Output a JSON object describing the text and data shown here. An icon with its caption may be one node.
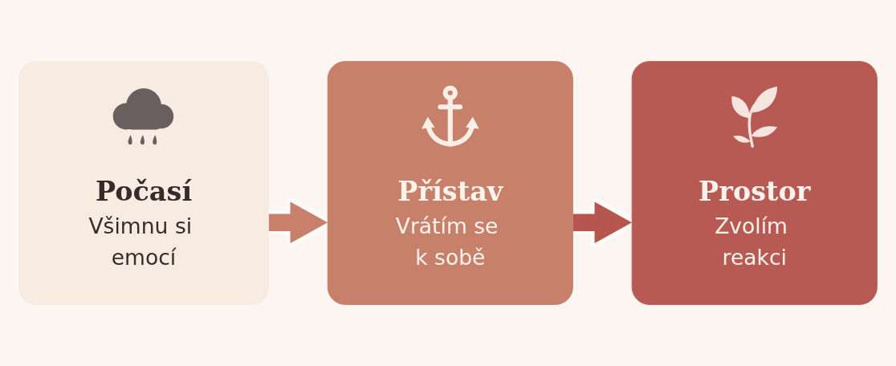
{
  "diagram": {
    "nodes": [
      {
        "text": [
          "Počasí",
          "Všimnu si emocí"
        ]
      },
      {
        "text": [
          "Přístav",
          "Vrátím se k sobě"
        ]
      },
      {
        "text": [
          "Prostor",
          "Zvolím reakci"
        ]
      }
    ],
    "edges": [
      {
        "from": 0,
        "to": 1,
        "arrow": "to",
        "color": "#c8806a"
      },
      {
        "from": 1,
        "to": 2,
        "arrow": "to",
        "color": "#b65750"
      }
    ]
  }
}
